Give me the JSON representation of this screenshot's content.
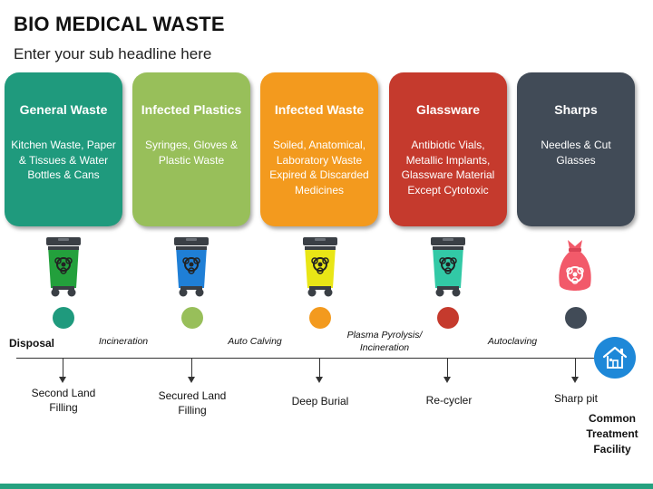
{
  "title": "BIO MEDICAL WASTE",
  "subtitle": "Enter your sub headline here",
  "categories": [
    {
      "title": "General Waste",
      "desc": "Kitchen Waste, Paper & Tissues & Water Bottles & Cans",
      "color": "#1f9a7d"
    },
    {
      "title": "Infected Plastics",
      "desc": "Syringes, Gloves & Plastic Waste",
      "color": "#98bf5a"
    },
    {
      "title": "Infected Waste",
      "desc": "Soiled, Anatomical, Laboratory Waste Expired & Discarded Medicines",
      "color": "#f39a1e"
    },
    {
      "title": "Glassware",
      "desc": "Antibiotic Vials, Metallic Implants, Glassware Material Except Cytotoxic",
      "color": "#c53a2d"
    },
    {
      "title": "Sharps",
      "desc": "Needles & Cut Glasses",
      "color": "#414b57"
    }
  ],
  "icons": {
    "bins": [
      "biohazard-bin-green-icon",
      "biohazard-bin-blue-icon",
      "biohazard-bin-yellow-icon",
      "biohazard-bin-teal-icon"
    ],
    "bag": "biohazard-bag-icon",
    "facility": "home-icon"
  },
  "bin_colors": [
    "#23a03c",
    "#1f7fd6",
    "#e9e616",
    "#32c9a6"
  ],
  "bag_color": "#f25a6a",
  "disposal_label": "Disposal",
  "processes": [
    "Incineration",
    "Auto Calving",
    "Plasma Pyrolysis/ Incineration",
    "Autoclaving"
  ],
  "outcomes": [
    "Second Land Filling",
    "Secured Land Filling",
    "Deep Burial",
    "Re-cycler",
    "Sharp pit"
  ],
  "facility_label": "Common Treatment Facility"
}
